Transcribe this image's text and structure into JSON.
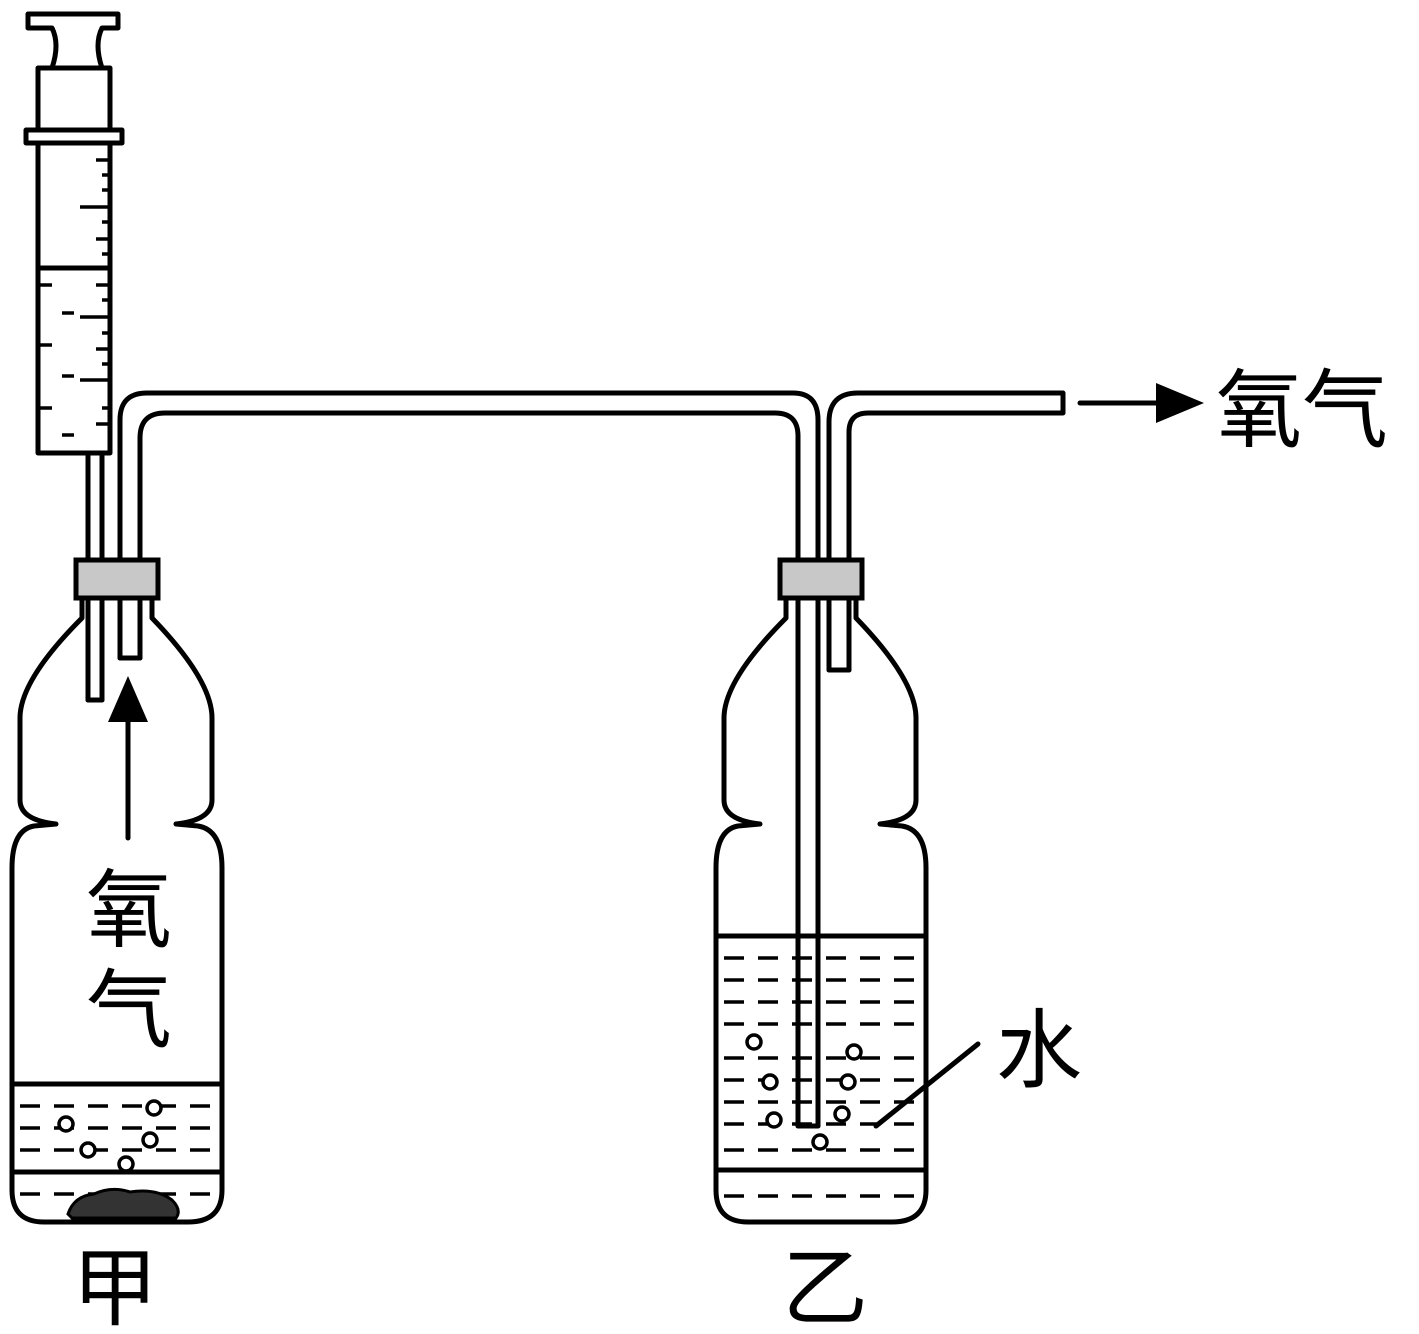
{
  "labels": {
    "oxygen_outlet": "氧气",
    "oxygen_in_bottle_1": "氧",
    "oxygen_in_bottle_2": "气",
    "water": "水",
    "bottle_a": "甲",
    "bottle_b": "乙"
  },
  "colors": {
    "stroke": "#000000",
    "stopper": "#c8c8c8",
    "background": "#ffffff"
  }
}
